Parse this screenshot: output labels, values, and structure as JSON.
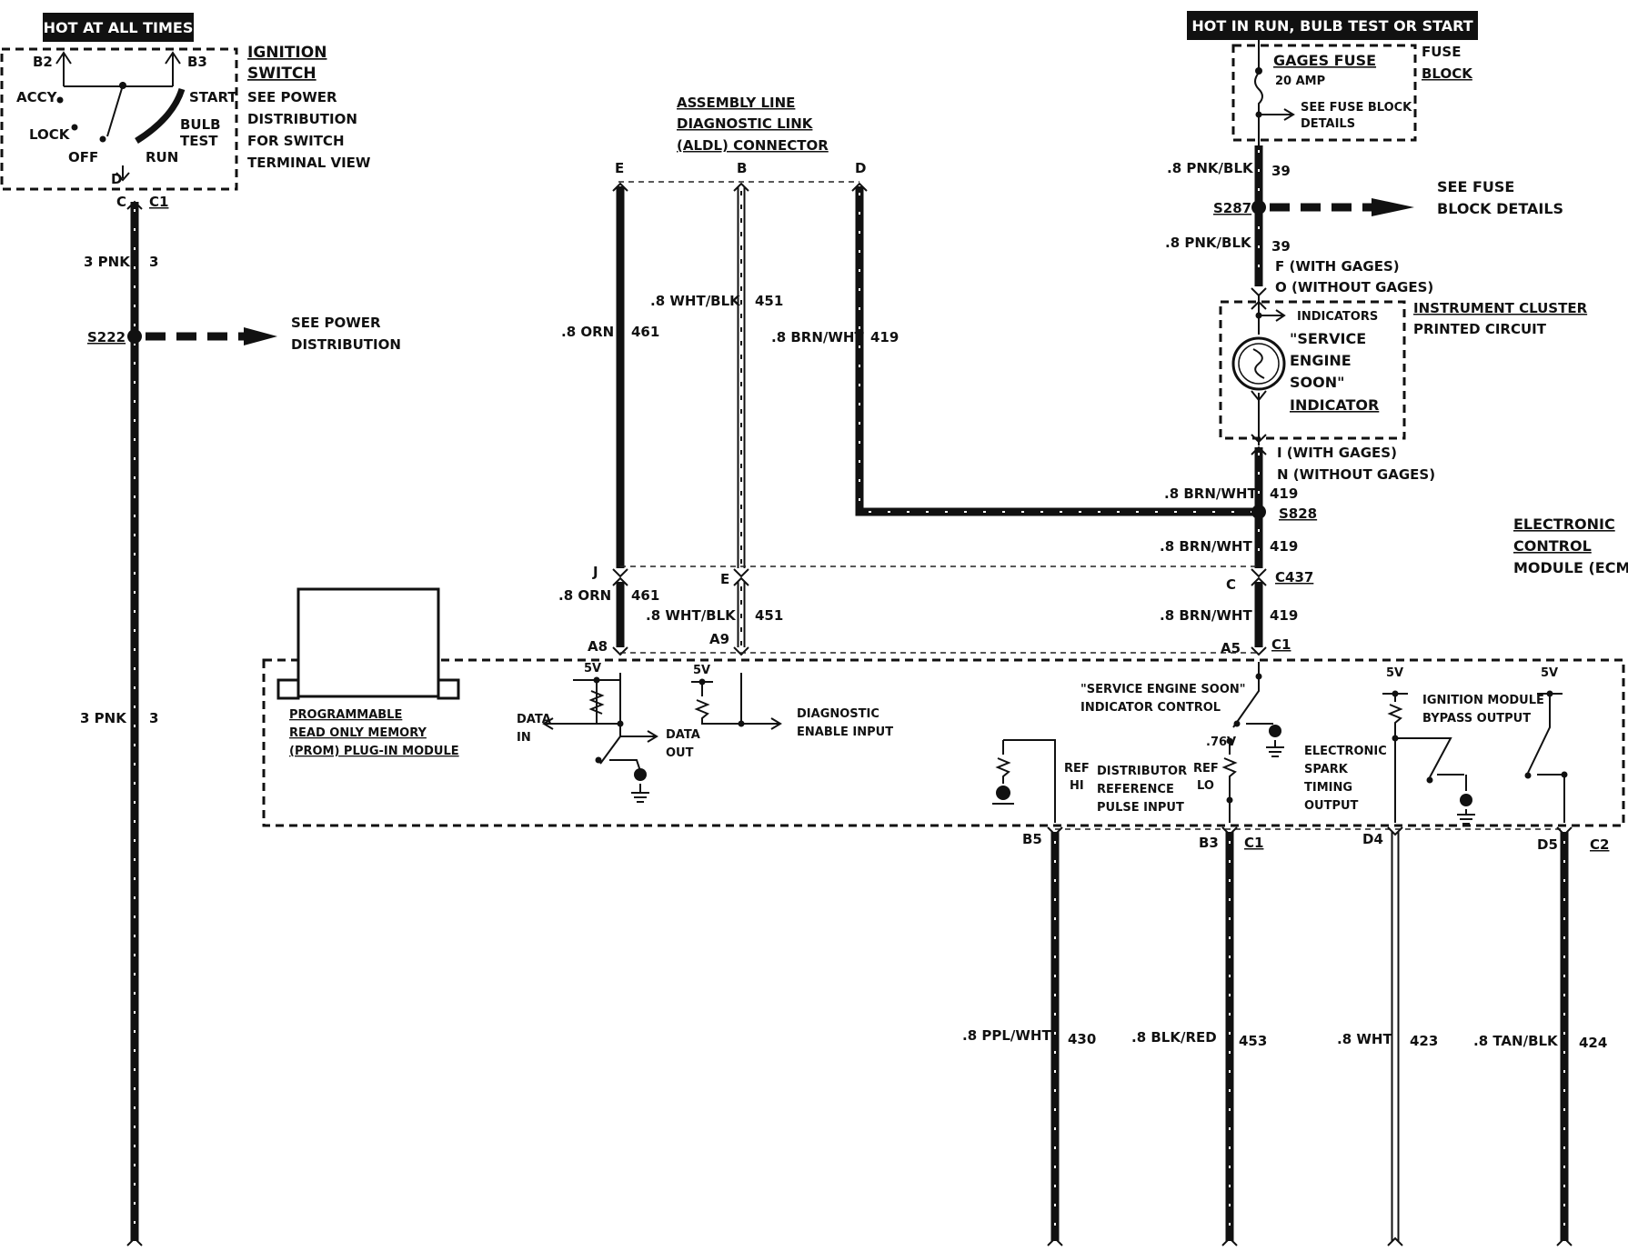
{
  "headers": {
    "hot_at_all_times": "HOT AT ALL TIMES",
    "hot_in_run": "HOT IN RUN, BULB TEST OR START"
  },
  "ignition_switch": {
    "title_1": "IGNITION",
    "title_2": "SWITCH",
    "note_1": "SEE POWER",
    "note_2": "DISTRIBUTION",
    "note_3": "FOR SWITCH",
    "note_4": "TERMINAL VIEW",
    "b2": "B2",
    "b3": "B3",
    "accy": "ACCY",
    "lock": "LOCK",
    "off": "OFF",
    "run": "RUN",
    "start": "START",
    "bulb": "BULB",
    "test": "TEST",
    "d": "D",
    "c": "C",
    "c1": "C1"
  },
  "left_wire": {
    "gauge_top": "3 PNK",
    "circuit_top": "3",
    "splice": "S222",
    "splice_note_1": "SEE POWER",
    "splice_note_2": "DISTRIBUTION",
    "gauge_bottom": "3 PNK",
    "circuit_bottom": "3"
  },
  "aldl": {
    "title_1": "ASSEMBLY LINE",
    "title_2": "DIAGNOSTIC LINK",
    "title_3": "(ALDL) CONNECTOR",
    "pin_e": "E",
    "pin_b": "B",
    "pin_d": "D",
    "w461_gauge": ".8 ORN",
    "w461": "461",
    "w451_gauge": ".8 WHT/BLK",
    "w451": "451",
    "w419_gauge": ".8 BRN/WHT",
    "w419": "419"
  },
  "fuse": {
    "name": "GAGES FUSE",
    "rating": "20 AMP",
    "detail_1": "SEE FUSE BLOCK",
    "detail_2": "DETAILS",
    "block_1": "FUSE",
    "block_2": "BLOCK",
    "w39_gauge": ".8 PNK/BLK",
    "w39": "39",
    "splice": "S287",
    "splice_note_1": "SEE FUSE",
    "splice_note_2": "BLOCK DETAILS",
    "w39b_gauge": ".8 PNK/BLK",
    "w39b": "39",
    "pin_f": "F (WITH GAGES)",
    "pin_o": "O (WITHOUT GAGES)"
  },
  "cluster": {
    "indicators": "INDICATORS",
    "ind_1": "\"SERVICE",
    "ind_2": "ENGINE",
    "ind_3": "SOON\"",
    "ind_4": "INDICATOR",
    "title_1": "INSTRUMENT CLUSTER",
    "title_2": "PRINTED CIRCUIT",
    "pin_i": "I (WITH GAGES)",
    "pin_n": "N (WITHOUT GAGES)",
    "w419a_gauge": ".8 BRN/WHT",
    "w419a": "419",
    "splice": "S828",
    "w419b_gauge": ".8 BRN/WHT",
    "w419b": "419",
    "w419c_gauge": ".8 BRN/WHT",
    "w419c": "419"
  },
  "connectors": {
    "c437": "C437",
    "c": "C",
    "j": "J",
    "e": "E",
    "w461_gauge": ".8 ORN",
    "w461": "461",
    "w451_gauge": ".8 WHT/BLK",
    "w451": "451",
    "a8": "A8",
    "a9": "A9",
    "a5": "A5",
    "c1": "C1"
  },
  "ecm": {
    "title_1": "ELECTRONIC",
    "title_2": "CONTROL",
    "title_3": "MODULE (ECM)",
    "prom_1": "PROGRAMMABLE",
    "prom_2": "READ ONLY MEMORY",
    "prom_3": "(PROM) PLUG-IN MODULE",
    "data_in_1": "DATA",
    "data_in_2": "IN",
    "data_out_1": "DATA",
    "data_out_2": "OUT",
    "diag_1": "DIAGNOSTIC",
    "diag_2": "ENABLE INPUT",
    "v5": "5V",
    "ses_1": "\"SERVICE ENGINE SOON\"",
    "ses_2": "INDICATOR CONTROL",
    "est_1": "ELECTRONIC",
    "est_2": "SPARK",
    "est_3": "TIMING",
    "est_4": "OUTPUT",
    "ref_hi_1": "REF",
    "ref_hi_2": "HI",
    "dist_1": "DISTRIBUTOR",
    "dist_2": "REFERENCE",
    "dist_3": "PULSE INPUT",
    "ref_lo_1": "REF",
    "ref_lo_2": "LO",
    "v76": ".76V",
    "ign_1": "IGNITION MODULE",
    "ign_2": "BYPASS OUTPUT"
  },
  "bottom_wires": {
    "b5": "B5",
    "b3": "B3",
    "c1": "C1",
    "d4": "D4",
    "d5": "D5",
    "c2": "C2",
    "w430_gauge": ".8 PPL/WHT",
    "w430": "430",
    "w453_gauge": ".8 BLK/RED",
    "w453": "453",
    "w423_gauge": ".8 WHT",
    "w423": "423",
    "w424_gauge": ".8 TAN/BLK",
    "w424": "424"
  }
}
